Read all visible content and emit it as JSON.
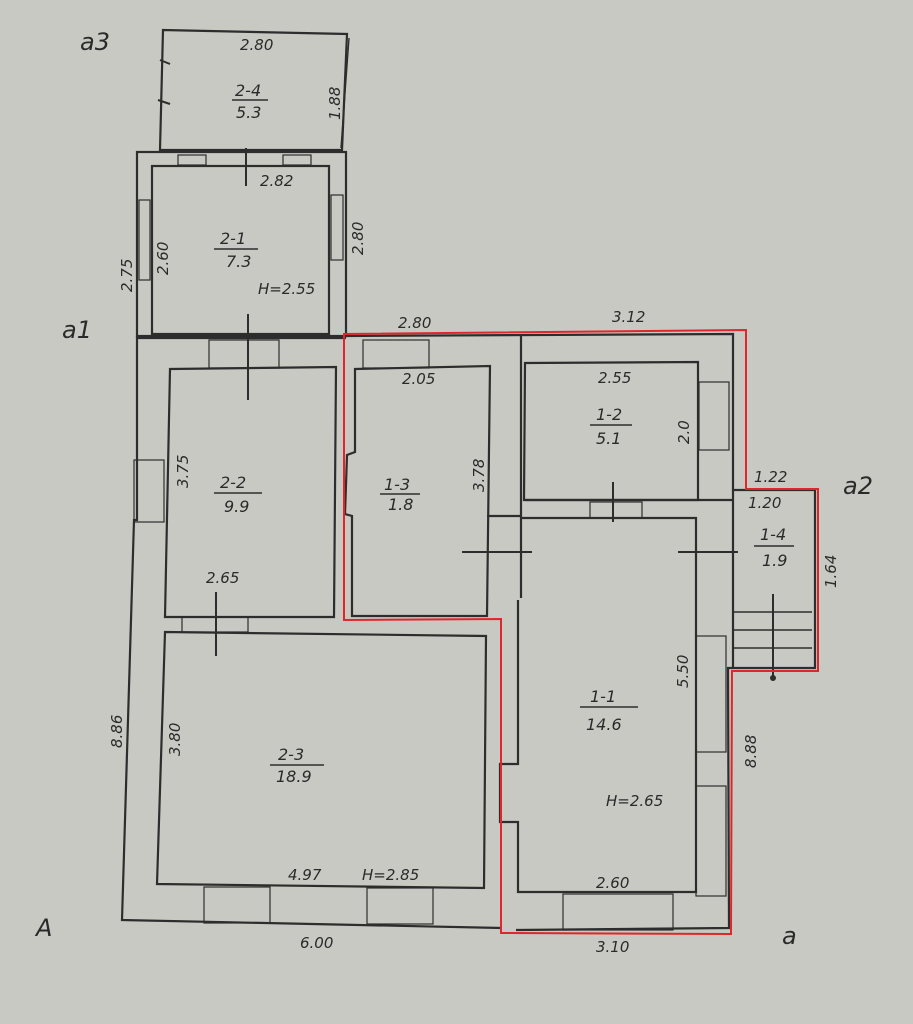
{
  "axes": {
    "a3": "a3",
    "a1": "a1",
    "a2": "a2",
    "A": "A",
    "a": "a"
  },
  "rooms": {
    "r24": {
      "id": "2-4",
      "area": "5.3"
    },
    "r21": {
      "id": "2-1",
      "area": "7.3"
    },
    "r22": {
      "id": "2-2",
      "area": "9.9"
    },
    "r23": {
      "id": "2-3",
      "area": "18.9"
    },
    "r13": {
      "id": "1-3",
      "area": "1.8"
    },
    "r12": {
      "id": "1-2",
      "area": "5.1"
    },
    "r14": {
      "id": "1-4",
      "area": "1.9"
    },
    "r11": {
      "id": "1-1",
      "area": "14.6"
    }
  },
  "dims": {
    "d280_top": "2.80",
    "d188": "1.88",
    "d282": "2.82",
    "d275": "2.75",
    "d260_left": "2.60",
    "d280_right": "2.80",
    "h255": "H=2.55",
    "d280_mid": "2.80",
    "d312": "3.12",
    "d205": "2.05",
    "d255": "2.55",
    "d20": "2.0",
    "d375": "3.75",
    "d378": "3.78",
    "d122": "1.22",
    "d120": "1.20",
    "d164": "1.64",
    "d265": "2.65",
    "d550": "5.50",
    "d886": "8.86",
    "d380": "3.80",
    "d888": "8.88",
    "h265": "H=2.65",
    "d497": "4.97",
    "h285": "H=2.85",
    "d260_bottom": "2.60",
    "d600": "6.00",
    "d310": "3.10"
  },
  "colors": {
    "highlight": "#e0262b",
    "paper": "#c9c9c4",
    "ink": "#2d2d2d"
  }
}
